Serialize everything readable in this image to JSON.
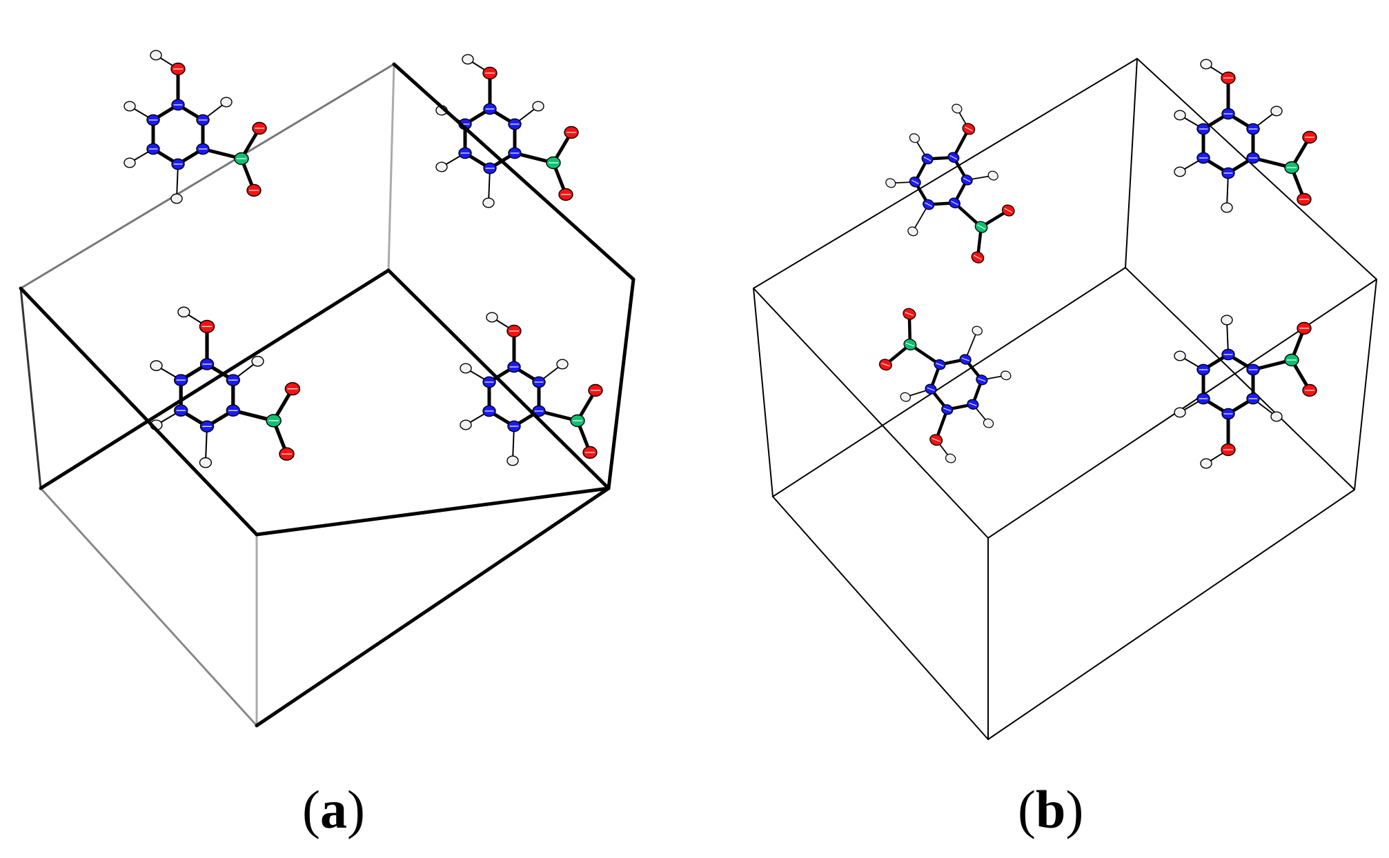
{
  "figure": {
    "panels": [
      {
        "id": "a",
        "label_open": "(",
        "label_letter": "a",
        "label_close": ")"
      },
      {
        "id": "b",
        "label_open": "(",
        "label_letter": "b",
        "label_close": ")"
      }
    ],
    "atom_colors": {
      "oxygen": "#ff1010",
      "nitrogen": "#1a1aff",
      "boron": "#10c070",
      "hydrogen": "#f2f2f2",
      "bond": "#000000",
      "cell_edge": "#000000"
    }
  }
}
